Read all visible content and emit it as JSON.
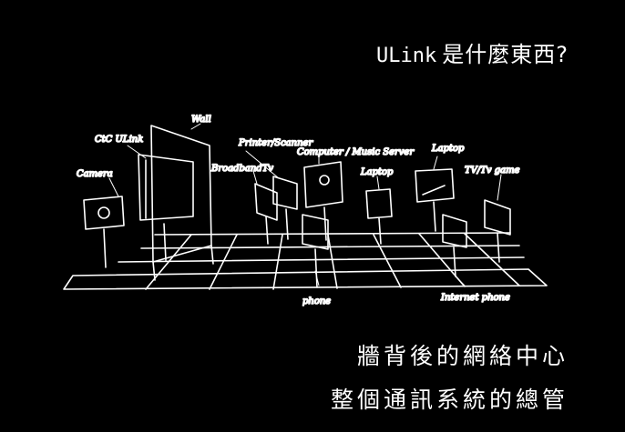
{
  "headline": {
    "brand": "ULink",
    "question": "是什麼東西?"
  },
  "sketch": {
    "labels": {
      "wall": "Wall",
      "ctc_ulink": "CtC ULink",
      "camera": "Camera",
      "printer_scanner": "Printer/Scanner",
      "broadband_tv": "BroadbandTv",
      "computer_music_server": "Computer / Music Server",
      "laptop_1": "Laptop",
      "laptop_2": "Laptop",
      "tv_game": "TV/Tv game",
      "phone": "phone",
      "internet_phone": "Internet phone"
    }
  },
  "caption": {
    "line1": "牆背後的網絡中心",
    "line2": "整個通訊系統的總管"
  },
  "colors": {
    "background": "#000000",
    "foreground": "#ffffff"
  }
}
